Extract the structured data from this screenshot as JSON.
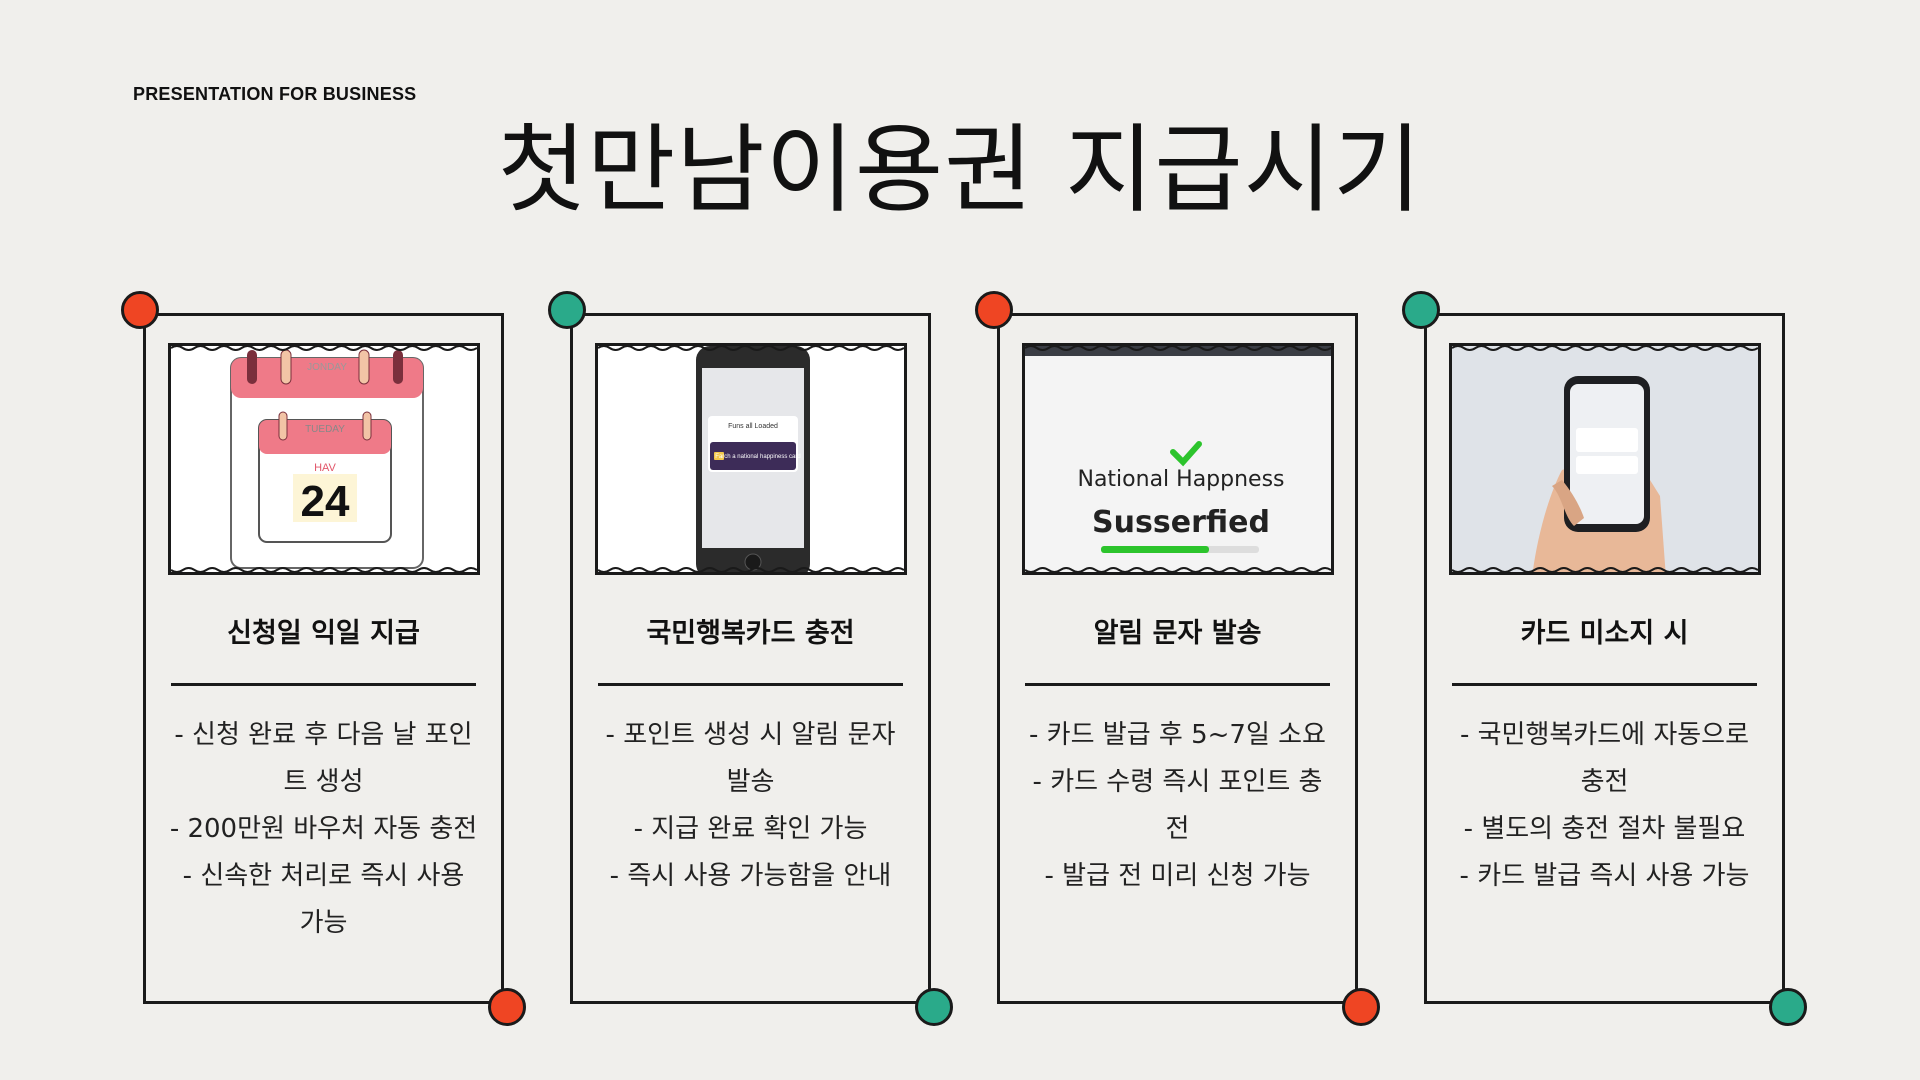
{
  "header": {
    "eyebrow": "PRESENTATION FOR BUSINESS",
    "title": "첫만남이용권 지급시기"
  },
  "colors": {
    "red": "#ef4523",
    "teal": "#2aaa8a",
    "background": "#f0efec"
  },
  "cards": [
    {
      "title": "신청일 익일 지급",
      "accent": "red",
      "image": {
        "icon": "calendar-illustration",
        "top_label": "JONDAY",
        "inner_label": "TUEDAY",
        "month": "HAV",
        "day": "24"
      },
      "lines": [
        "- 신청 완료 후 다음 날 포인",
        "트 생성",
        "- 200만원 바우처 자동 충전",
        "- 신속한 처리로 즉시 사용",
        "가능"
      ]
    },
    {
      "title": "국민행복카드 충전",
      "accent": "teal",
      "image": {
        "icon": "phone-notification-illustration",
        "notif_title": "Funs all Loaded",
        "notif_body": "Farch a national happiness card"
      },
      "lines": [
        "- 포인트 생성 시 알림 문자",
        "발송",
        "- 지급 완료 확인 가능",
        "- 즉시 사용 가능함을 안내"
      ]
    },
    {
      "title": "알림 문자 발송",
      "accent": "red",
      "image": {
        "icon": "checkmark-illustration",
        "line1": "National Happness",
        "line2": "Susserfied"
      },
      "lines": [
        "- 카드 발급 후 5~7일 소요",
        "- 카드 수령 즉시 포인트 충",
        "전",
        "- 발급 전 미리 신청 가능"
      ]
    },
    {
      "title": "카드 미소지 시",
      "accent": "teal",
      "image": {
        "icon": "hand-phone-illustration"
      },
      "lines": [
        "- 국민행복카드에 자동으로",
        "충전",
        "- 별도의 충전 절차 불필요",
        "- 카드 발급 즉시 사용 가능"
      ]
    }
  ]
}
